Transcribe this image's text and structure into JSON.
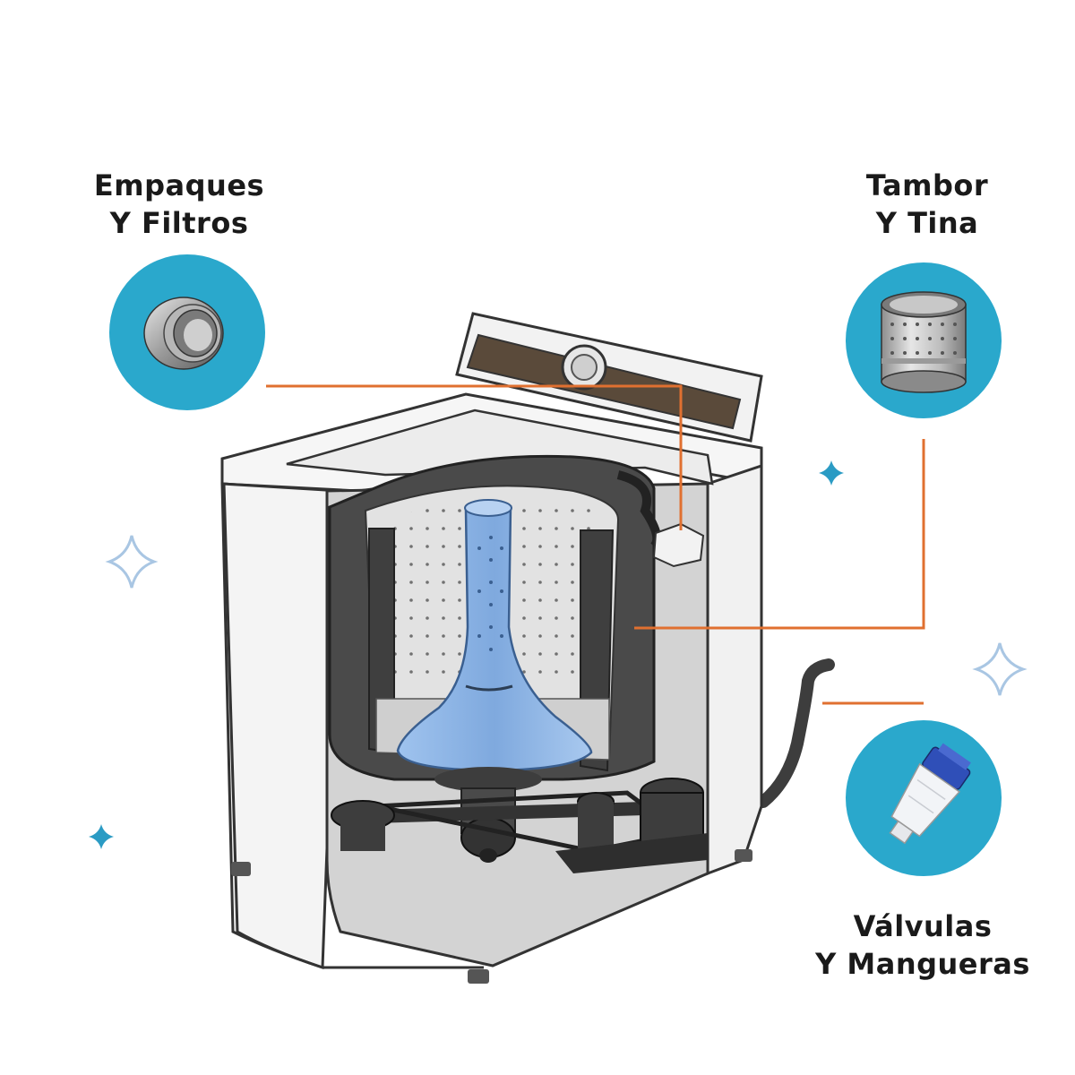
{
  "labels": {
    "empaques": {
      "line1": "Empaques",
      "line2": "Y Filtros"
    },
    "tambor": {
      "line1": "Tambor",
      "line2": "Y Tina"
    },
    "valvulas": {
      "line1": "Válvulas",
      "line2": "Y Mangueras"
    }
  },
  "colors": {
    "circle": "#2aa8cc",
    "leader": "#e07030",
    "agitator": "#8fb6e6",
    "sparkle_light": "#a9c6e3",
    "sparkle_dark": "#2a9bc4",
    "tub_dark": "#4a4a4a",
    "machine_body": "#f4f4f4"
  },
  "icons": {
    "empaques": "seal-ring-icon",
    "tambor": "drum-icon",
    "valvulas": "valve-filter-icon"
  }
}
